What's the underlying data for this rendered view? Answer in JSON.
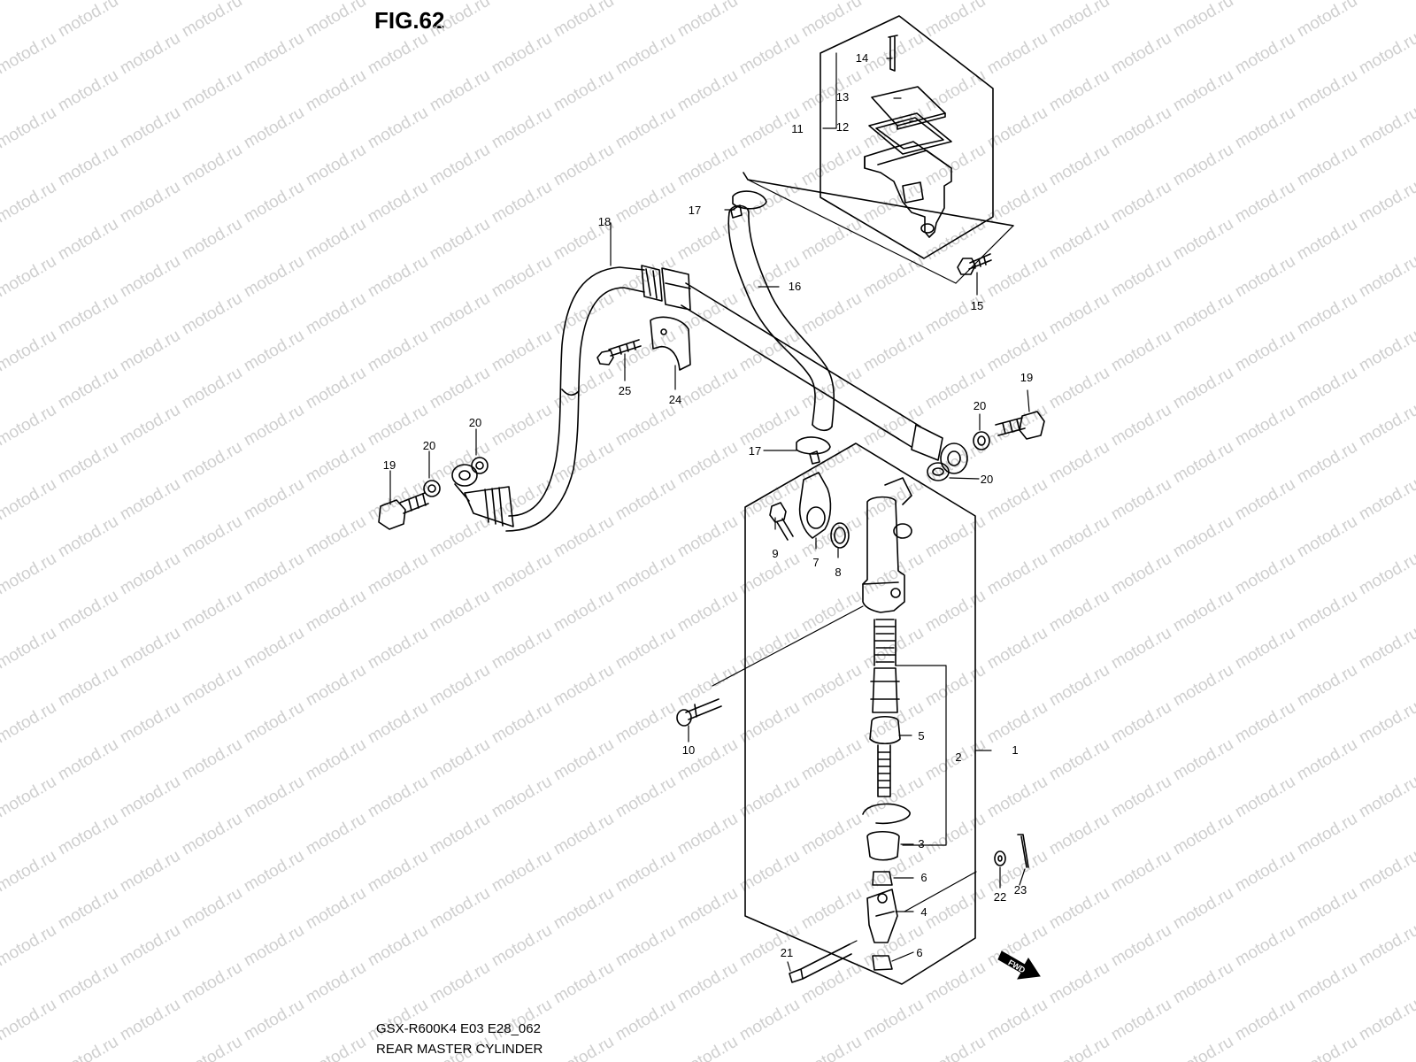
{
  "figure": {
    "title": "FIG.62"
  },
  "watermark": {
    "text": "motod.ru"
  },
  "footer": {
    "model_code": "GSX-R600K4 E03 E28_062",
    "caption": "REAR MASTER CYLINDER"
  },
  "fwd_label": "FWD",
  "callouts": {
    "c1": "1",
    "c2": "2",
    "c3": "3",
    "c4": "4",
    "c5": "5",
    "c6a": "6",
    "c6b": "6",
    "c7": "7",
    "c8": "8",
    "c9": "9",
    "c10": "10",
    "c11": "11",
    "c12": "12",
    "c13": "13",
    "c14": "14",
    "c15": "15",
    "c16": "16",
    "c17a": "17",
    "c17b": "17",
    "c18": "18",
    "c19a": "19",
    "c19b": "19",
    "c20a": "20",
    "c20b": "20",
    "c20c": "20",
    "c20d": "20",
    "c21": "21",
    "c22": "22",
    "c23": "23",
    "c24": "24",
    "c25": "25"
  },
  "colors": {
    "line": "#000000",
    "watermark": "#cfcfcf",
    "background": "#ffffff"
  }
}
